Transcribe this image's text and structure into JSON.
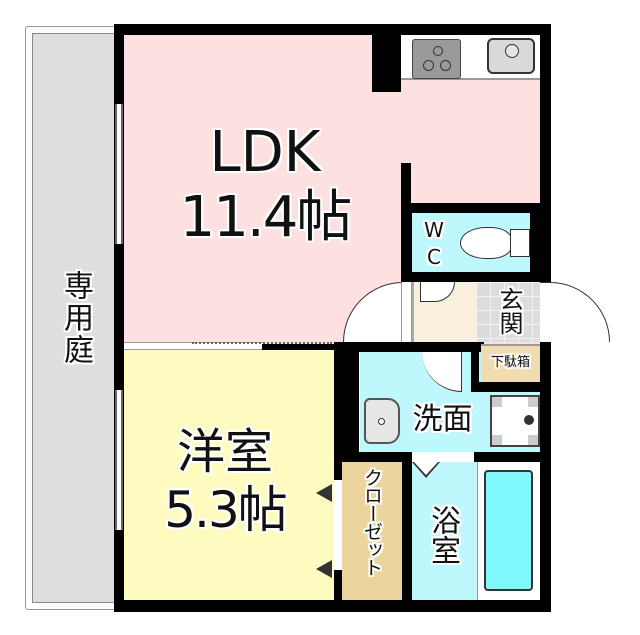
{
  "floorplan": {
    "colors": {
      "ldk": "#fde0e0",
      "western_room": "#fdfbc0",
      "water_area": "#bff8fc",
      "garden": "#dedede",
      "closet": "#ebd49e",
      "hall": "#f8f0dc",
      "shoe_box": "#f0dcae",
      "bathtub": "#80f8fc",
      "wall": "#000000"
    },
    "rooms": {
      "garden": {
        "label": "専用庭"
      },
      "ldk": {
        "name": "LDK",
        "size": "11.4帖"
      },
      "western": {
        "name": "洋室",
        "size": "5.3帖"
      },
      "wc": {
        "label_w": "W",
        "label_c": "C"
      },
      "entrance": {
        "label": "玄関"
      },
      "shoe_box": {
        "label": "下駄箱"
      },
      "washroom": {
        "label": "洗面"
      },
      "bathroom": {
        "label": "浴室"
      },
      "closet": {
        "label": "クローゼット"
      }
    },
    "fixtures": [
      "stove-icon",
      "kitchen-sink-icon",
      "toilet-icon",
      "wash-basin-icon",
      "washing-machine-pan-icon",
      "bathtub-icon"
    ]
  }
}
